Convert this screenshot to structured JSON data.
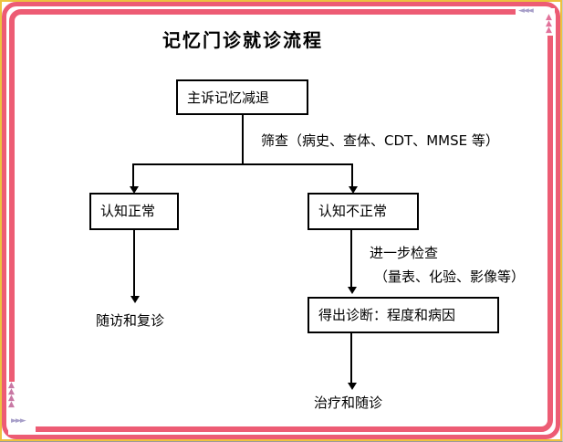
{
  "page": {
    "title": "记忆门诊就诊流程"
  },
  "flowchart": {
    "nodes": [
      {
        "id": "complaint",
        "label": "主诉记忆减退"
      },
      {
        "id": "cognition-normal",
        "label": "认知正常"
      },
      {
        "id": "cognition-abnormal",
        "label": "认知不正常"
      },
      {
        "id": "diagnosis",
        "label": "得出诊断：程度和病因"
      }
    ],
    "edge_labels": {
      "screening": "筛查（病史、查体、CDT、MMSE 等）",
      "further_exam_line1": "进一步检查",
      "further_exam_line2": "（量表、化验、影像等）"
    },
    "terminals": {
      "followup": "随访和复诊",
      "treatment": "治疗和随诊"
    }
  },
  "decorations": {
    "top_right_horizontal_arrows": "◄◄◄",
    "top_right_vertical_arrows": "▲▲▲",
    "bottom_left_vertical_arrows": "▲▲▲▲",
    "bottom_left_horizontal_arrows": "►►►"
  },
  "colors": {
    "frame_pink": "#ed5c74",
    "frame_gold": "#edc23f",
    "arrow_lavender": "#a79fc9",
    "arrow_pink": "#e2739b",
    "line_black": "#000000"
  }
}
